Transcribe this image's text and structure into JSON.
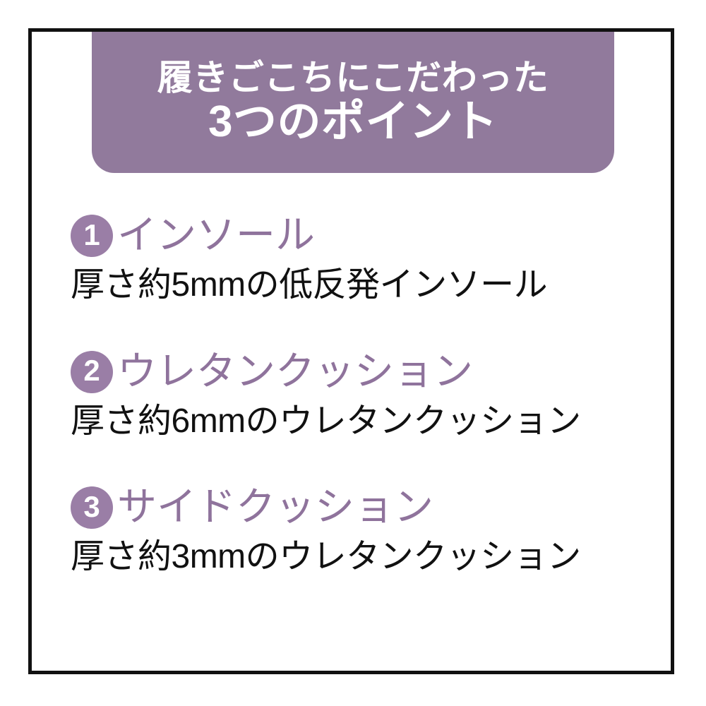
{
  "colors": {
    "banner_bg": "#917a9c",
    "badge_bg": "#9a7ea6",
    "title_purple": "#8f739c",
    "body_black": "#111111",
    "frame_border": "#111111",
    "page_bg": "#ffffff"
  },
  "banner": {
    "line1": "履きごこちにこだわった",
    "line2": "3つのポイント"
  },
  "points": [
    {
      "number": "1",
      "title": "インソール",
      "description": "厚さ約5mmの低反発インソール"
    },
    {
      "number": "2",
      "title": "ウレタンクッション",
      "description": "厚さ約6mmのウレタンクッション"
    },
    {
      "number": "3",
      "title": "サイドクッション",
      "description": "厚さ約3mmのウレタンクッション"
    }
  ]
}
